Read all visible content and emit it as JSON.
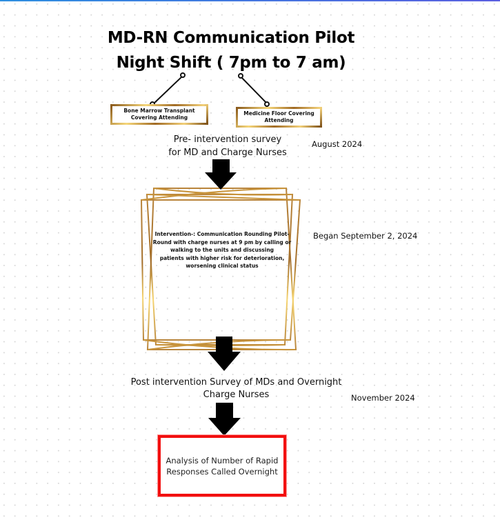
{
  "title": {
    "line1": "MD-RN Communication Pilot",
    "line2": "Night Shift ( 7pm to 7 am)"
  },
  "nodes": {
    "bmt_attending": {
      "line1": "Bone Marrow Transplant",
      "line2": "Covering Attending"
    },
    "medicine_attending": {
      "line1": "Medicine Floor Covering",
      "line2": "Attending"
    },
    "pre_survey": {
      "line1": "Pre- intervention survey",
      "line2": "for MD and  Charge Nurses"
    },
    "intervention": {
      "lines": [
        "Intervention-: Communication Rounding Pilot-",
        "Round with charge nurses at 9 pm by calling or",
        "walking to the units and discussing",
        "patients with higher risk for deterioration,",
        "worsening clinical status"
      ]
    },
    "post_survey": {
      "line1": "Post  intervention Survey of MDs and Overnight",
      "line2": "Charge Nurses"
    },
    "analysis": {
      "line1": "Analysis of Number of Rapid",
      "line2": "Responses Called Overnight"
    }
  },
  "dates": {
    "pre_survey": "August 2024",
    "intervention": "Began September 2, 2024",
    "post_survey": "November 2024"
  },
  "colors": {
    "gold": "#c8943c",
    "gold_light": "#f6d77a",
    "analysis_border": "#f20f0f",
    "arrow": "#000000",
    "top_bar": "#2e8fe0"
  },
  "icons": {
    "connector": "line-with-circle-ends",
    "flow_arrow": "down-arrow"
  }
}
